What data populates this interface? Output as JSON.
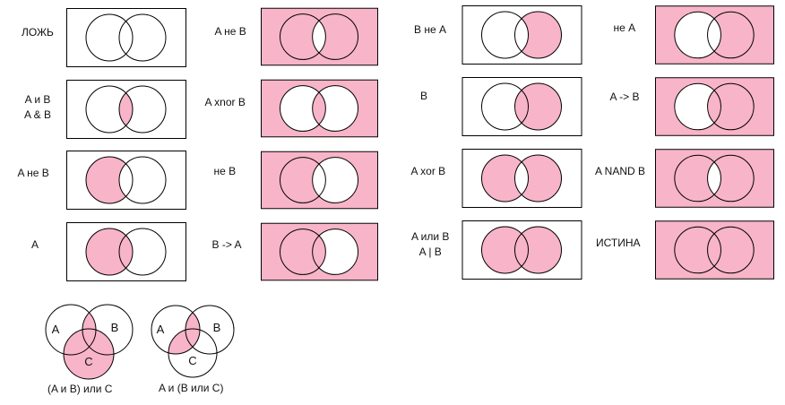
{
  "colors": {
    "fill": "#f8b4c8",
    "stroke": "#000000",
    "background": "#ffffff"
  },
  "diagrams": [
    {
      "lines": [
        "ЛОЖЬ"
      ],
      "regions": []
    },
    {
      "lines": [
        "A и B",
        "A & B"
      ],
      "regions": [
        "ab"
      ]
    },
    {
      "lines": [
        "A не B"
      ],
      "regions": [
        "a"
      ]
    },
    {
      "lines": [
        "A"
      ],
      "regions": [
        "a",
        "ab"
      ]
    },
    {
      "lines": [
        "A не B"
      ],
      "regions": [
        "a",
        "b",
        "out"
      ]
    },
    {
      "lines": [
        "A xnor B"
      ],
      "regions": [
        "ab",
        "out"
      ]
    },
    {
      "lines": [
        "не B"
      ],
      "regions": [
        "a",
        "out"
      ]
    },
    {
      "lines": [
        "B -> A"
      ],
      "regions": [
        "a",
        "ab",
        "out"
      ]
    },
    {
      "lines": [
        "B не A"
      ],
      "regions": [
        "b"
      ]
    },
    {
      "lines": [
        "B"
      ],
      "regions": [
        "b",
        "ab"
      ]
    },
    {
      "lines": [
        "A xor B"
      ],
      "regions": [
        "a",
        "b"
      ]
    },
    {
      "lines": [
        "A или B",
        "A | B"
      ],
      "regions": [
        "a",
        "b",
        "ab"
      ]
    },
    {
      "lines": [
        "не A"
      ],
      "regions": [
        "b",
        "out"
      ]
    },
    {
      "lines": [
        "A -> B"
      ],
      "regions": [
        "b",
        "ab",
        "out"
      ]
    },
    {
      "lines": [
        "A NAND B"
      ],
      "regions": [
        "a",
        "b",
        "out"
      ]
    },
    {
      "lines": [
        "ИСТИНА"
      ],
      "regions": [
        "a",
        "b",
        "ab",
        "out"
      ]
    }
  ],
  "three_set": [
    {
      "caption": "(A и B) или C",
      "set_labels": [
        "A",
        "B",
        "C"
      ],
      "highlight": "AB_or_C"
    },
    {
      "caption": "A и (B или C)",
      "set_labels": [
        "A",
        "B",
        "C"
      ],
      "highlight": "A_and_BorC"
    }
  ]
}
